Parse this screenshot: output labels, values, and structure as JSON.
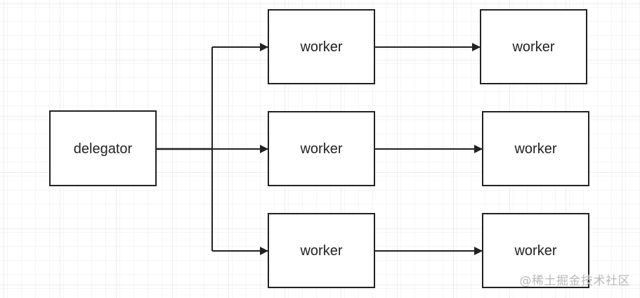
{
  "nodes": {
    "delegator": {
      "label": "delegator"
    },
    "worker_1": {
      "label": "worker"
    },
    "worker_2": {
      "label": "worker"
    },
    "worker_3": {
      "label": "worker"
    },
    "worker_4": {
      "label": "worker"
    },
    "worker_5": {
      "label": "worker"
    },
    "worker_6": {
      "label": "worker"
    }
  },
  "watermark": "@稀土掘金技术社区",
  "colors": {
    "background": "#ffffff",
    "grid_minor": "#eeeeee",
    "grid_major": "#dddddd",
    "stroke": "#222222",
    "watermark": "#b8b8b8"
  }
}
